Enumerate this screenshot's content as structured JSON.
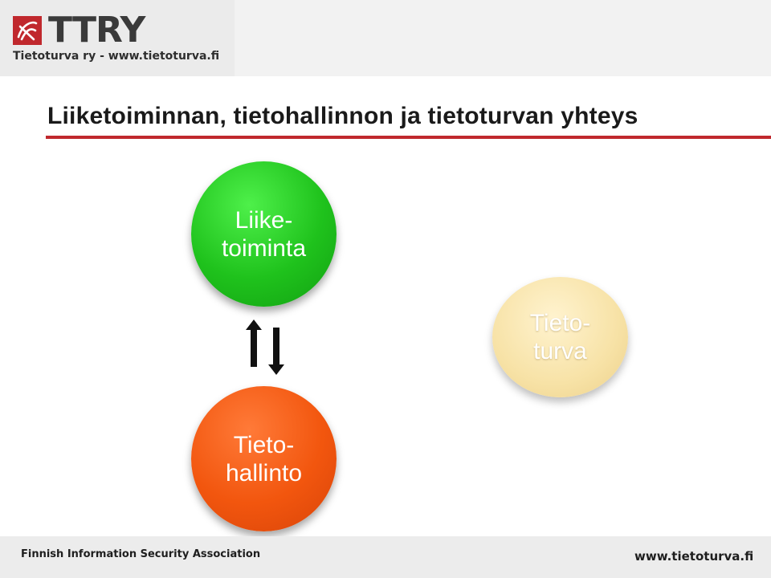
{
  "header": {
    "logo_text": "TTRY",
    "logo_subtitle": "Tietoturva ry - www.tietoturva.fi",
    "logo_icon": "ttry-logo-icon",
    "logo_color": "#c0282d"
  },
  "slide": {
    "title": "Liiketoiminnan, tietohallinnon ja tietoturvan yhteys",
    "accent_color": "#c0282d"
  },
  "diagram": {
    "nodes": [
      {
        "label": "Liike-\ntoiminta",
        "color": "#22c41f"
      },
      {
        "label": "Tieto-\nhallinto",
        "color": "#f2560e"
      },
      {
        "label": "Tieto-\nturva",
        "color": "#f5dfa2"
      }
    ],
    "connector": {
      "type": "bidirectional-arrows",
      "icon": "up-down-arrows-icon"
    }
  },
  "footer": {
    "left_text": "Finnish Information Security Association",
    "right_text": "www.tietoturva.fi"
  }
}
